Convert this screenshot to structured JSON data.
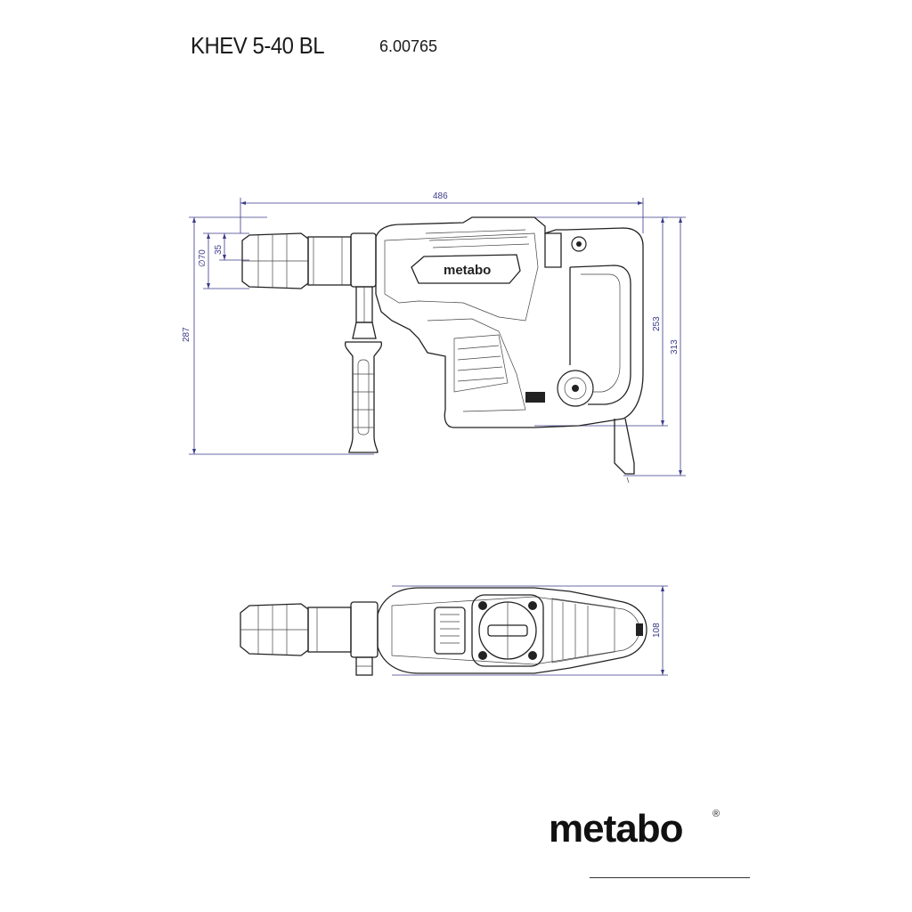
{
  "header": {
    "model": "KHEV 5-40 BL",
    "order_number": "6.00765"
  },
  "side_view": {
    "dimensions": {
      "length": "486",
      "height_total": "287",
      "chuck_diameter": "∅70",
      "chuck_offset": "35",
      "body_height": "253",
      "height_with_cable": "313"
    },
    "housing_brand": "metabo"
  },
  "top_view": {
    "dimensions": {
      "width": "108"
    }
  },
  "footer": {
    "logo_text": "metabo",
    "logo_mark": "®"
  },
  "colors": {
    "dimension_lines": "#3a3a8a",
    "drawing_ink": "#222222"
  }
}
